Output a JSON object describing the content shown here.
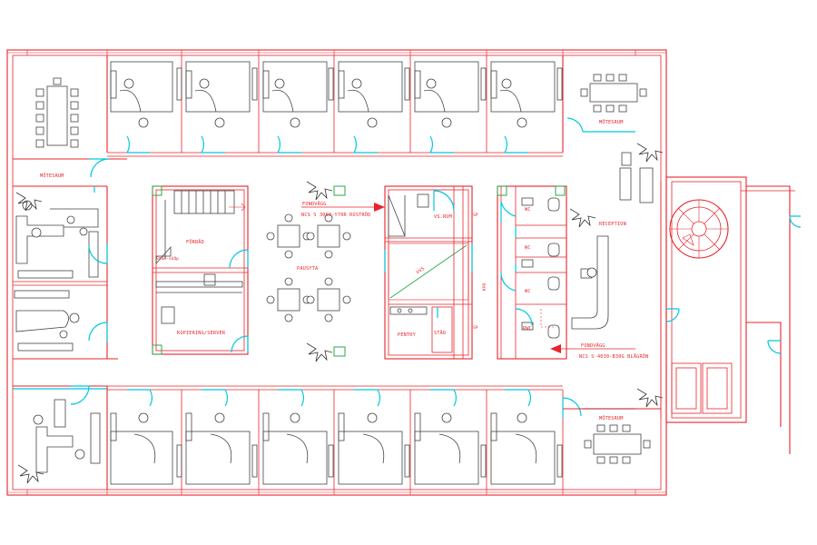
{
  "rooms": {
    "meeting_nw": "MÖTESRUM",
    "meeting_ne": "MÖTESRUM",
    "meeting_se": "MÖTESRUM",
    "storage": "FÖRRÅD",
    "storage_cabinet": "Städ-skåp",
    "copy_server": "KOPIERING/SERVER",
    "break_area": "PAUSYTA",
    "utility": "VS.RUM",
    "pantry": "PENTRY",
    "cleaning": "STÄD",
    "wc1": "WC",
    "wc2": "WC",
    "wc3": "WC",
    "accessible_wc": "RWC",
    "reception": "RECEPTION",
    "ventilation": "VVS",
    "shaft1": "SP",
    "shaft2": "SP",
    "shaft3": "KPR"
  },
  "notes": {
    "wall_top_title": "FONDVÄGG",
    "wall_top_color": "NCS S 3060-Y70R ROSTRÖD",
    "wall_bottom_title": "FONDVÄGG",
    "wall_bottom_color": "NCS S 4030-B30G BLÅGRÖN"
  },
  "colors": {
    "walls": "#e8242a",
    "doors": "#00c8e0",
    "furniture": "#444444",
    "markers": "#2aa84a"
  }
}
